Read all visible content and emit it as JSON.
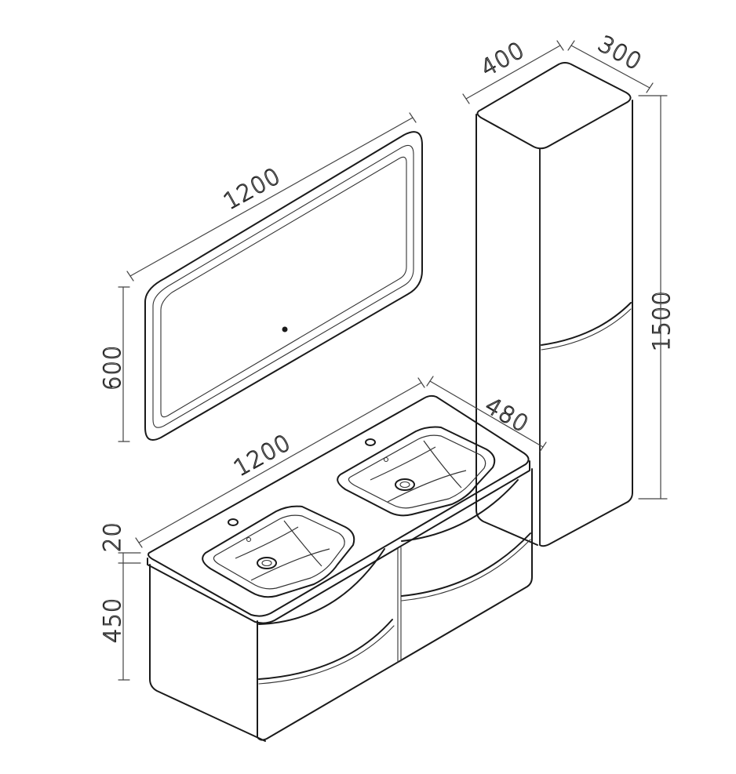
{
  "dimensions": {
    "mirror_width": "1200",
    "mirror_height": "600",
    "vanity_width": "1200",
    "vanity_depth": "480",
    "countertop_thickness": "20",
    "vanity_height": "450",
    "column_width": "400",
    "column_depth": "300",
    "column_height": "1500"
  },
  "colors": {
    "line": "#1a1a1a",
    "background": "#ffffff"
  }
}
